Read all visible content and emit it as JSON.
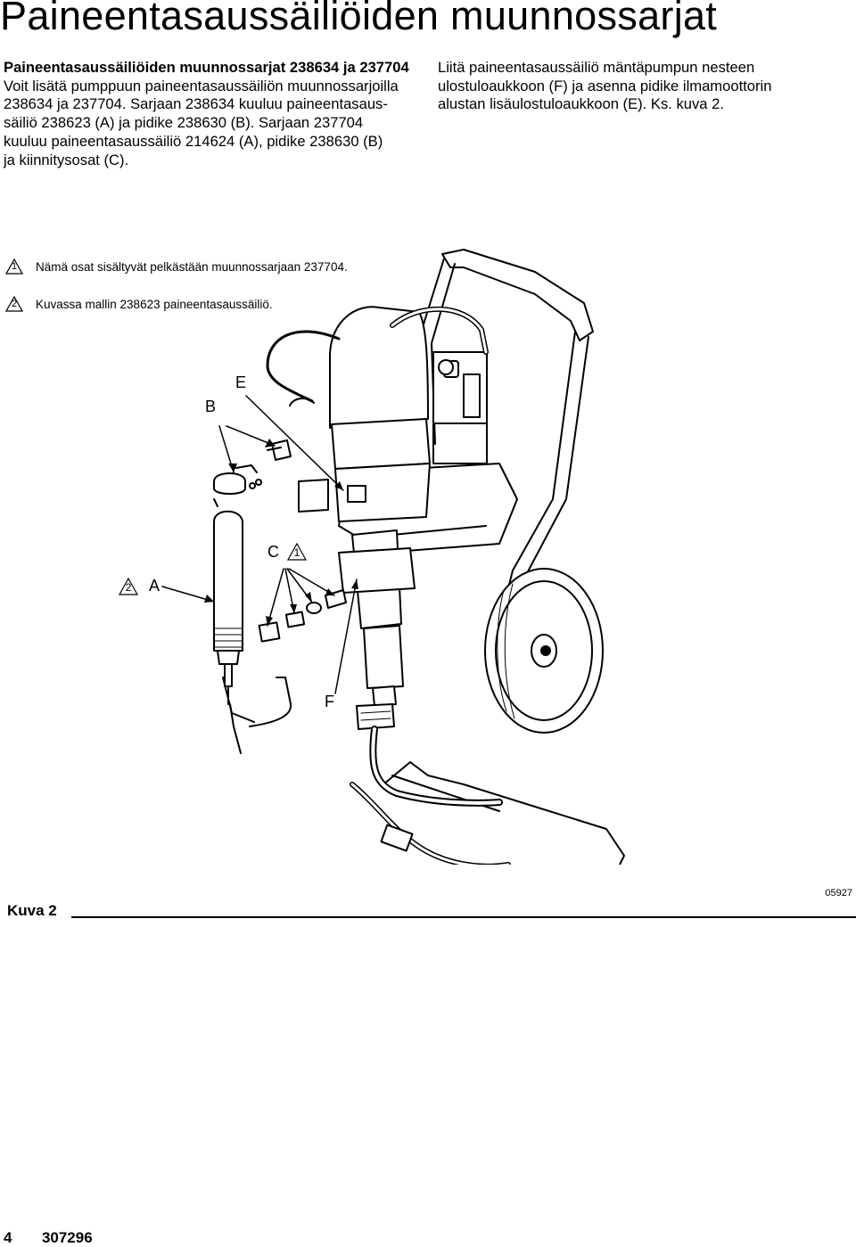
{
  "title": "Paineentasaussäiliöiden muunnossarjat",
  "left_column": {
    "heading": "Paineentasaussäiliöiden muunnossarjat 238634 ja 237704",
    "lines": [
      "Voit lisätä pumppuun paineentasaussäiliön muunnossarjoilla",
      "238634 ja 237704. Sarjaan 238634 kuuluu paineentasaus-",
      "säiliö 238623 (A) ja pidike 238630 (B). Sarjaan 237704",
      "kuuluu paineentasaussäiliö 214624 (A), pidike 238630 (B)",
      "ja kiinnitysosat (C)."
    ]
  },
  "right_column": {
    "lines": [
      "Liitä paineentasaussäiliö mäntäpumpun nesteen",
      "ulostuloaukkoon (F) ja asenna pidike ilmamoottorin",
      "alustan lisäulostuloaukkoon (E). Ks. kuva 2."
    ]
  },
  "notes": [
    {
      "symbol": "1",
      "text": "Nämä osat sisältyvät pelkästään muunnossarjaan 237704."
    },
    {
      "symbol": "2",
      "text": "Kuvassa mallin 238623 paineentasaussäiliö."
    }
  ],
  "figure": {
    "callouts": {
      "B": "B",
      "E": "E",
      "C": "C",
      "C_symbol": "1",
      "A": "A",
      "A_symbol": "2",
      "F": "F"
    },
    "caption": "Kuva 2",
    "number": "05927"
  },
  "footer": {
    "page": "4",
    "doc": "307296"
  }
}
